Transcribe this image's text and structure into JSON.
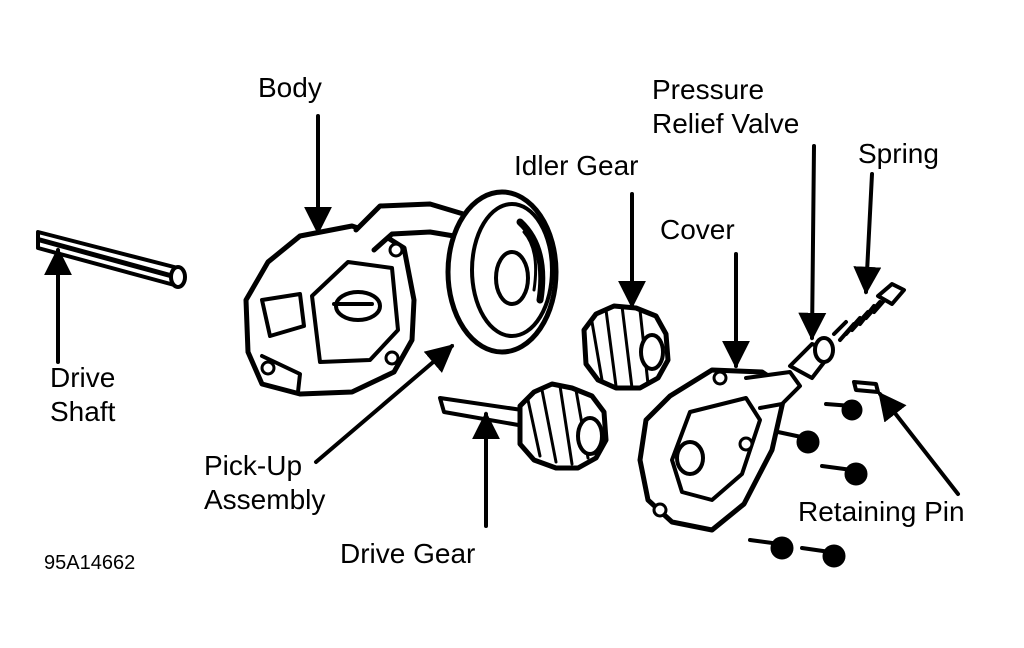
{
  "labels": {
    "body": "Body",
    "drive_shaft_line1": "Drive",
    "drive_shaft_line2": "Shaft",
    "pickup_line1": "Pick-Up",
    "pickup_line2": "Assembly",
    "drive_gear": "Drive Gear",
    "idler_gear": "Idler Gear",
    "cover": "Cover",
    "relief_line1": "Pressure",
    "relief_line2": "Relief Valve",
    "spring": "Spring",
    "retaining_pin": "Retaining Pin",
    "figure_id": "95A14662"
  },
  "colors": {
    "ink": "#000000",
    "paper": "#ffffff"
  }
}
